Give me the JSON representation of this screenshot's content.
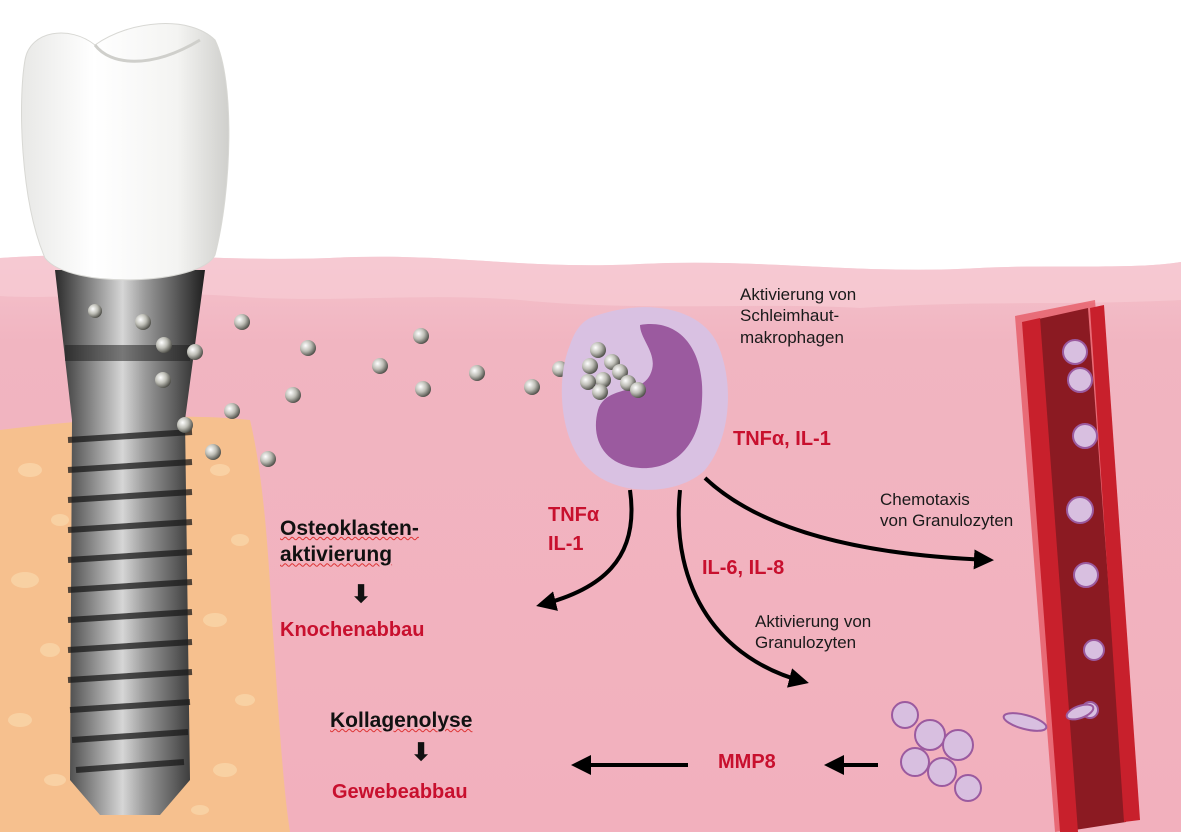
{
  "labels": {
    "activation_macrophages": [
      "Aktivierung von",
      "Schleimhaut-",
      "makrophagen"
    ],
    "tnf_il1_right": "TNFα, IL-1",
    "tnf_left": "TNFα",
    "il1_left": "IL-1",
    "il6_il8": "IL-6, IL-8",
    "chemotaxis": [
      "Chemotaxis",
      "von Granulozyten"
    ],
    "activation_granulocytes": [
      "Aktivierung von",
      "Granulozyten"
    ],
    "osteoclast": [
      "Osteoklasten-",
      "aktivierung"
    ],
    "bone_loss": "Knochenabbau",
    "collagenolysis": "Kollagenolyse",
    "tissue_loss": "Gewebeabbau",
    "mmp8": "MMP8",
    "down_arrow": "🢃"
  },
  "colors": {
    "gum": "#f2b2be",
    "gum_top": "#f5c6cf",
    "bone": "#f6c08e",
    "macrophage_outer": "#d9c1e2",
    "macrophage_nucleus": "#9b5a9f",
    "vessel": "#8b1a22",
    "vessel_glow": "#e0303a",
    "red_text": "#c8102e"
  },
  "icons": [
    "tooth-crown-icon",
    "implant-screw-icon",
    "particle-icon",
    "macrophage-icon",
    "blood-vessel-icon",
    "granulocyte-icon",
    "down-arrow-icon",
    "curved-arrow-icon"
  ]
}
